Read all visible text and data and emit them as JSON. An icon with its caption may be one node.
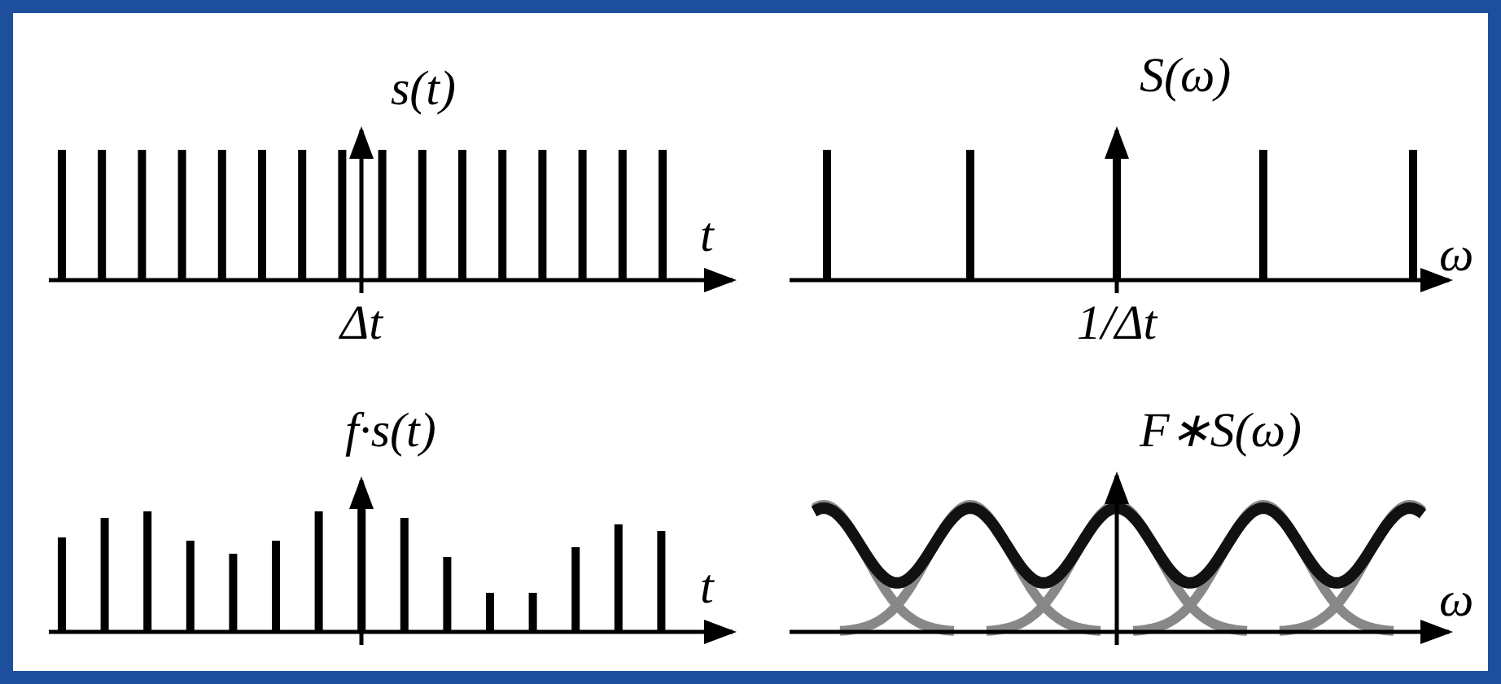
{
  "diagram": {
    "labels": [
      "s(t)",
      "S(ω)",
      "t",
      "ω",
      "Δt",
      "1/Δt",
      "f·s(t)",
      "F∗S(ω)",
      "t",
      "ω"
    ]
  }
}
